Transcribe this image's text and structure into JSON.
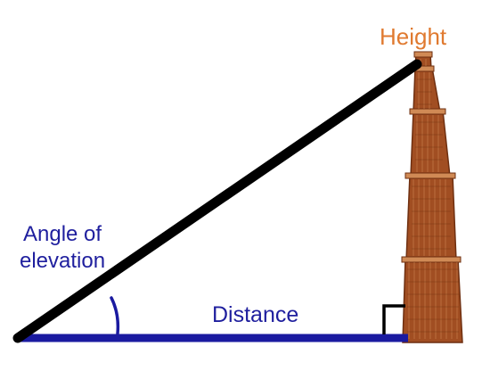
{
  "labels": {
    "height": "Height",
    "angle_line1": "Angle of",
    "angle_line2": "elevation",
    "distance": "Distance"
  },
  "colors": {
    "height_label": "#e07a30",
    "angle_label": "#1f1f9e",
    "distance_label": "#1f1f9e",
    "base_line": "#1a1aa0",
    "hypotenuse": "#000000",
    "angle_arc": "#1a1aa0",
    "right_angle_marker": "#000000",
    "tower_main": "#a14e22",
    "tower_dark": "#6e2f10",
    "tower_light": "#d08a55"
  },
  "icons": {
    "tower": "tower-icon",
    "right_angle": "right-angle-marker-icon",
    "angle_arc": "angle-arc-icon"
  }
}
